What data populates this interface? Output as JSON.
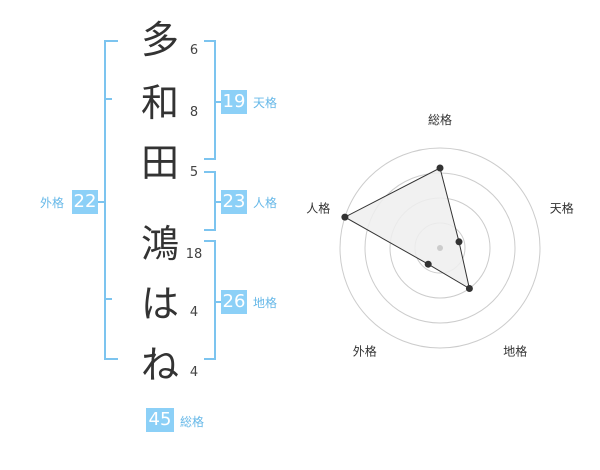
{
  "name": {
    "characters": [
      {
        "char": "多",
        "strokes": "6"
      },
      {
        "char": "和",
        "strokes": "8"
      },
      {
        "char": "田",
        "strokes": "5"
      },
      {
        "char": "鴻",
        "strokes": "18"
      },
      {
        "char": "は",
        "strokes": "4"
      },
      {
        "char": "ね",
        "strokes": "4"
      }
    ]
  },
  "scores": {
    "tenkaku": {
      "value": "19",
      "label": "天格"
    },
    "jinkaku": {
      "value": "23",
      "label": "人格"
    },
    "chikaku": {
      "value": "26",
      "label": "地格"
    },
    "gaikaku": {
      "value": "22",
      "label": "外格"
    },
    "soukaku": {
      "value": "45",
      "label": "総格"
    }
  },
  "chart_data": {
    "type": "radar",
    "axes": [
      "総格",
      "天格",
      "地格",
      "外格",
      "人格"
    ],
    "values": [
      0.8,
      0.2,
      0.5,
      0.2,
      1.0
    ],
    "range": [
      0,
      1
    ],
    "rings": 4,
    "fill": "#eeeeee",
    "stroke": "#333333",
    "ring_color": "#cccccc"
  },
  "colors": {
    "accent": "#8cd0f7",
    "bracket": "#7cc4ef",
    "label": "#66b8e8"
  }
}
